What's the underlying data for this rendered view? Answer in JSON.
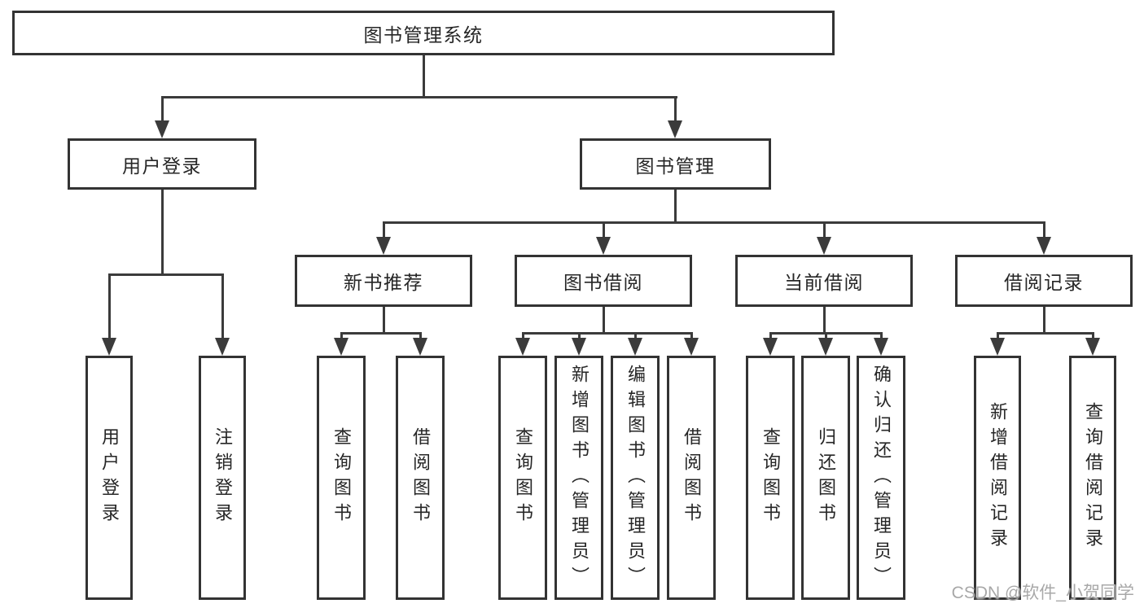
{
  "colors": {
    "line": "#3b3b3b",
    "border": "#333333",
    "text": "#262626",
    "background": "#ffffff",
    "watermark": "#a8a8a8"
  },
  "watermark": "CSDN @软件_小贺同学",
  "nodes": {
    "root": "图书管理系统",
    "user_login_branch": "用户登录",
    "book_management": "图书管理",
    "new_book_recommend": "新书推荐",
    "book_borrow": "图书借阅",
    "current_borrow": "当前借阅",
    "borrow_records": "借阅记录",
    "user_login": "用户登录",
    "logout": "注销登录",
    "nbr_query_book": "查询图书",
    "nbr_borrow_book": "借阅图书",
    "bb_query_book": "查询图书",
    "bb_add_book": "新增图书（管理员）",
    "bb_edit_book": "编辑图书（管理员）",
    "bb_borrow_book": "借阅图书",
    "cb_query_book": "查询图书",
    "cb_return_book": "归还图书",
    "cb_confirm_return": "确认归还（管理员）",
    "br_add_record": "新增借阅记录",
    "br_query_record": "查询借阅记录"
  }
}
